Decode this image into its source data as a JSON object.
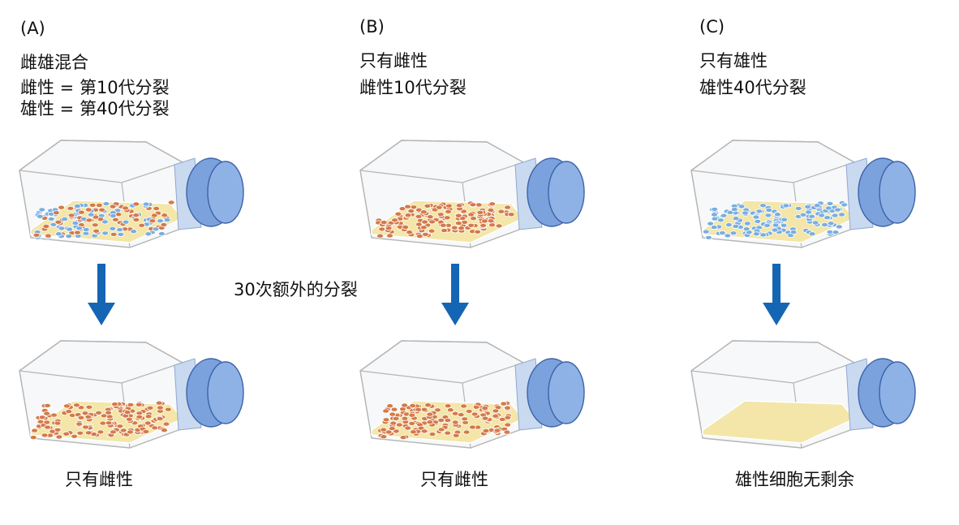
{
  "panels": [
    {
      "letter": "(A)",
      "lines": [
        "雌雄混合",
        "雌性 = 第10代分裂",
        "雄性 = 第40代分裂"
      ],
      "result": "只有雌性"
    },
    {
      "letter": "(B)",
      "lines": [
        "只有雌性",
        "雌性10代分裂"
      ],
      "result": "只有雌性"
    },
    {
      "letter": "(C)",
      "lines": [
        "只有雄性",
        "雄性40代分裂"
      ],
      "result": "雄性细胞无剩余"
    }
  ],
  "middle_label": "30次额外的分裂",
  "colors": {
    "cap": "#7ba2dc",
    "medium": "#f3e6a8",
    "female_cell": "#d47a4a",
    "male_cell": "#7aaee0",
    "arrow": "#1565b5"
  }
}
